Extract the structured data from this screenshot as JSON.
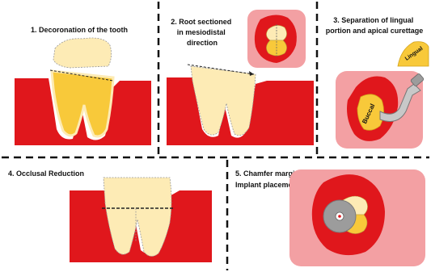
{
  "steps": [
    {
      "number": "1.",
      "title": "Decoronation of the tooth"
    },
    {
      "number": "2.",
      "title_lines": [
        "Root sectioned",
        "in mesiodistal",
        "direction"
      ]
    },
    {
      "number": "3.",
      "title_lines": [
        "Separation of lingual",
        "portion and apical curettage"
      ]
    },
    {
      "number": "4.",
      "title": "Occlusal Reduction"
    },
    {
      "number": "5.",
      "title_lines": [
        "Chamfer margin and",
        "Implant placement"
      ]
    }
  ],
  "labels": {
    "lingual": "Lingual",
    "buccal": "Buccal"
  },
  "colors": {
    "gum": "#e0171c",
    "gum_dark": "#b01015",
    "tooth_light": "#fdebb5",
    "tooth_gold": "#f8c93a",
    "bone_box": "#f3a0a3",
    "implant": "#9c9c9c",
    "divider": "#111111"
  }
}
